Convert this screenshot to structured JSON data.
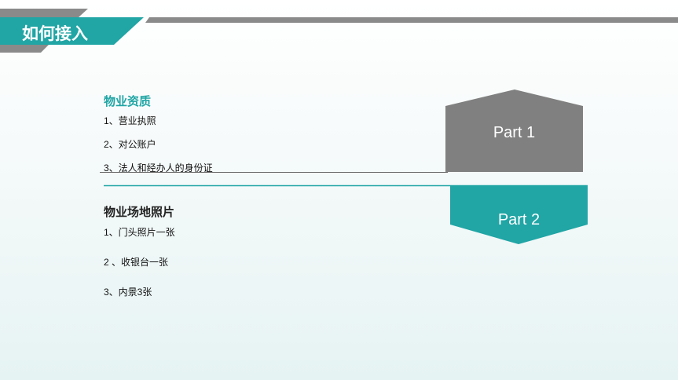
{
  "header": {
    "title": "如何接入"
  },
  "section1": {
    "heading": "物业资质",
    "items": [
      "1、营业执照",
      "2、对公账户",
      "3、法人和经办人的身份证"
    ],
    "badge": "Part 1"
  },
  "section2": {
    "heading": "物业场地照片",
    "items": [
      "1、门头照片一张",
      "2 、收银台一张",
      "3、内景3张"
    ],
    "badge": "Part 2"
  },
  "colors": {
    "teal": "#21a5a5",
    "gray": "#808080"
  }
}
